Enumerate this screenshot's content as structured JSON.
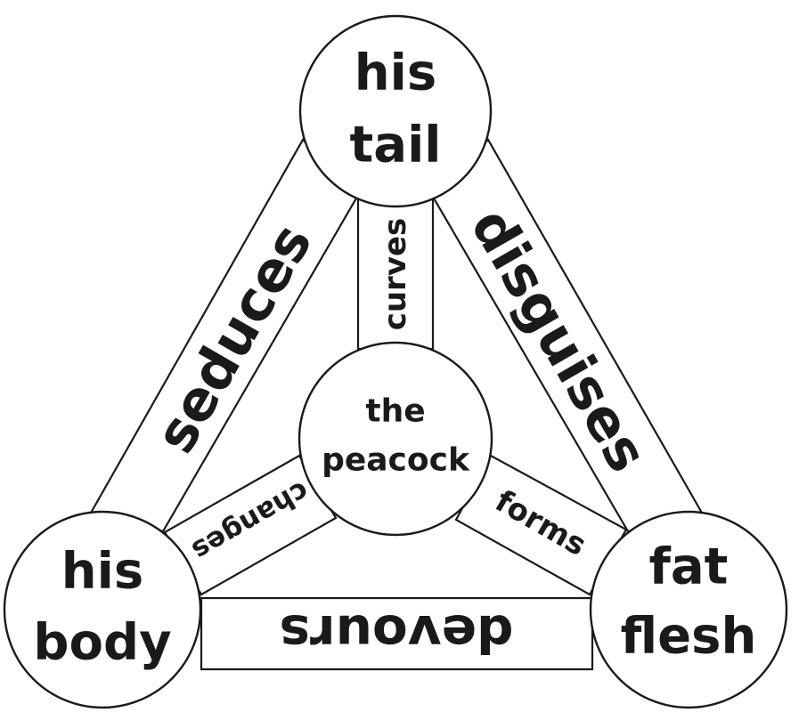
{
  "nodes": {
    "top": [
      "his",
      "tail"
    ],
    "center": [
      "the",
      "peacock"
    ],
    "left": [
      "his",
      "body"
    ],
    "right": [
      "fat",
      "flesh"
    ]
  },
  "edges": {
    "top_left": "seduces",
    "top_right": "disguises",
    "top_center": "curves",
    "center_left": "changes",
    "center_right": "forms",
    "left_right": "devours"
  },
  "colors": {
    "stroke": "#1a1a1a",
    "background": "#ffffff"
  }
}
